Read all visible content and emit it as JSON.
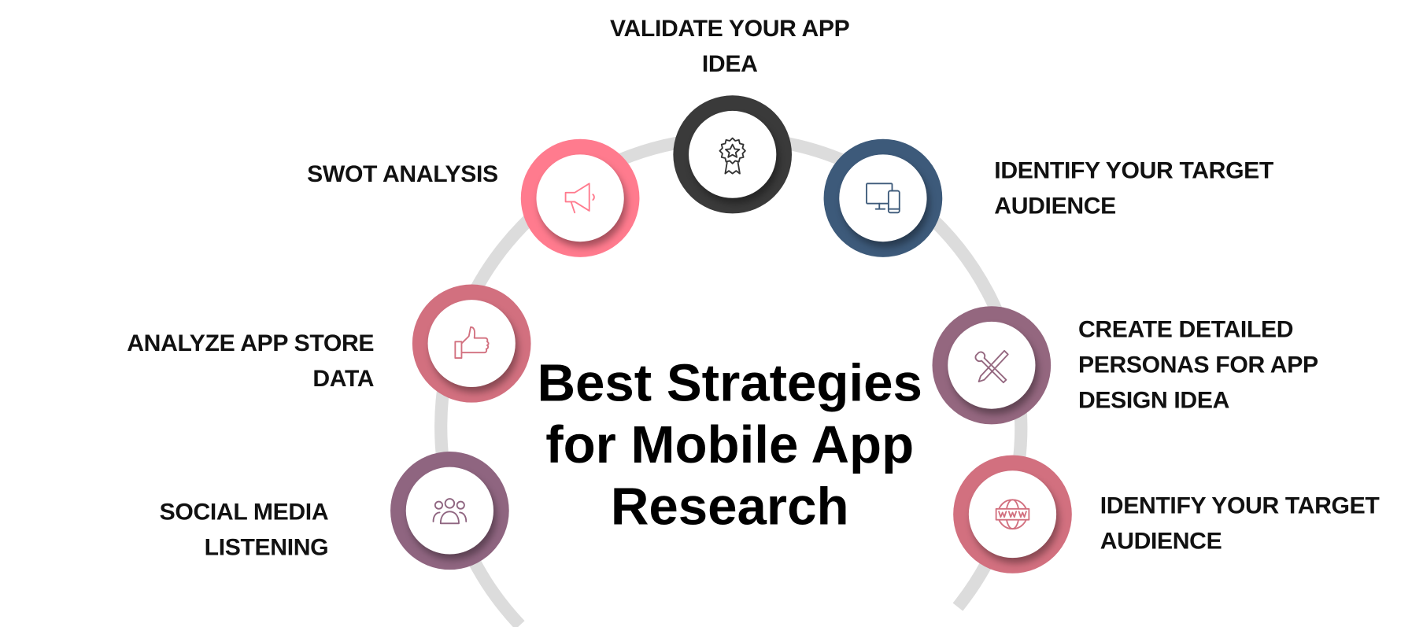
{
  "title": "Best Strategies for Mobile App Research",
  "steps": [
    {
      "label": "VALIDATE YOUR APP IDEA",
      "icon": "award-badge-icon",
      "color": "#3a3a3a"
    },
    {
      "label": "SWOT ANALYSIS",
      "icon": "megaphone-icon",
      "color": "#ff7b8e"
    },
    {
      "label": "IDENTIFY YOUR TARGET AUDIENCE",
      "icon": "devices-icon",
      "color": "#3d5a7a"
    },
    {
      "label": "ANALYZE APP STORE DATA",
      "icon": "thumbs-up-icon",
      "color": "#d2707f"
    },
    {
      "label": "CREATE DETAILED PERSONAS FOR APP DESIGN IDEA",
      "icon": "design-tools-icon",
      "color": "#94677f"
    },
    {
      "label": "SOCIAL MEDIA LISTENING",
      "icon": "people-group-icon",
      "color": "#8f6580"
    },
    {
      "label": "IDENTIFY YOUR TARGET AUDIENCE",
      "icon": "www-globe-icon",
      "color": "#d2707f"
    }
  ],
  "arc_color": "#dcdcdc"
}
